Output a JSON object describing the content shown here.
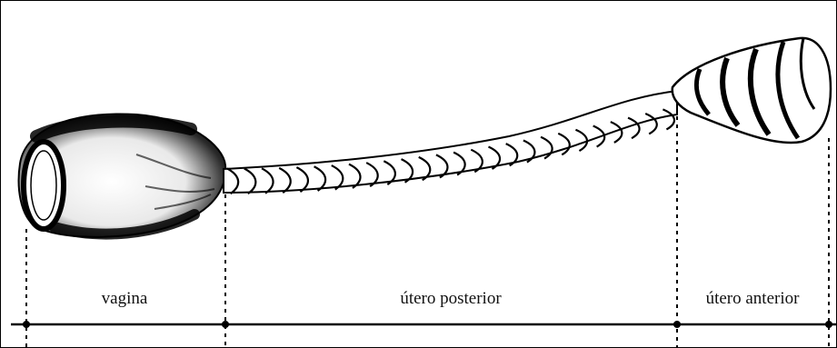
{
  "figure": {
    "regions": [
      {
        "id": "vagina",
        "label": "vagina"
      },
      {
        "id": "posterior",
        "label": "útero posterior"
      },
      {
        "id": "anterior",
        "label": "útero anterior"
      }
    ]
  }
}
